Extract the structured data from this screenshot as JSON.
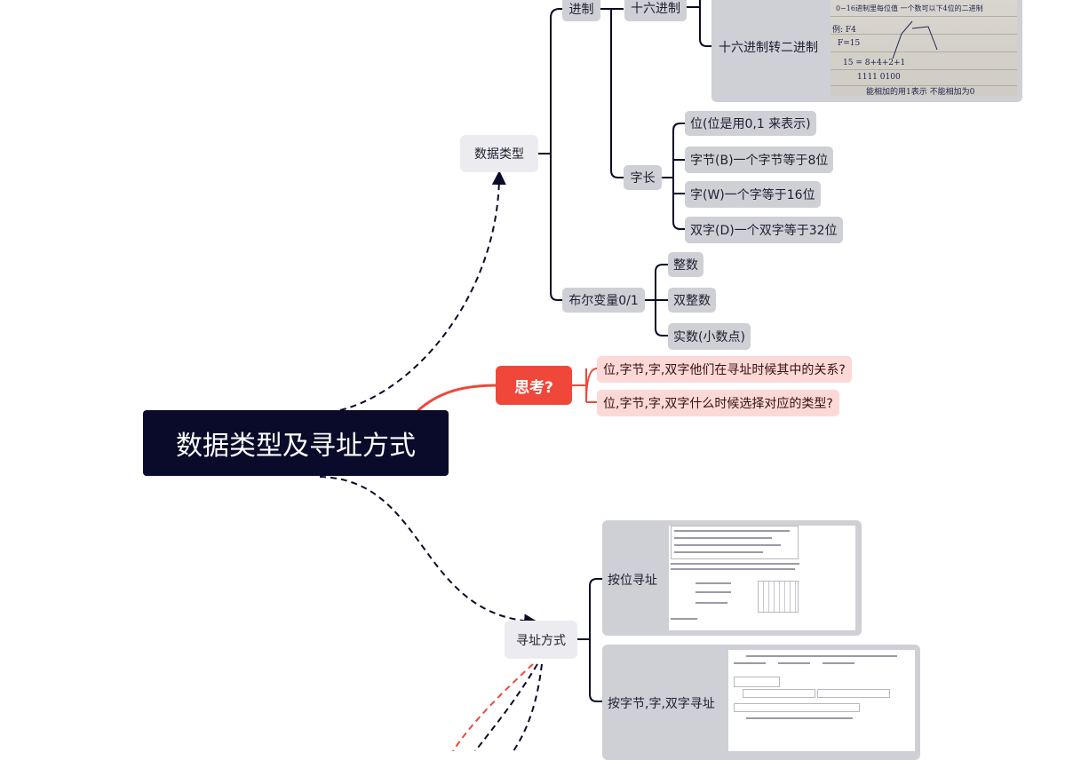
{
  "colors": {
    "root_bg": "#0a0a2a",
    "think_bg": "#f0473b",
    "node_gray": "#cfcfd6",
    "pink": "#fcd9d6",
    "line_dark": "#0a0a2a",
    "line_red": "#f0473b"
  },
  "root": {
    "label": "数据类型及寻址方式"
  },
  "data_type": {
    "label": "数据类型",
    "base": {
      "label": "进制",
      "hex": {
        "label": "十六进制",
        "hex_to_bin": "十六进制转二进制",
        "note_lines": [
          "0~16进制里每位值 一个数可以下4位的二进制",
          "例: F4",
          "F=15",
          "15 = 8+4+2+1",
          "1111 0100",
          "能相加的用1表示 不能相加为0"
        ]
      }
    },
    "word_length": {
      "label": "字长",
      "items": [
        "位(位是用0,1 来表示)",
        "字节(B)一个字节等于8位",
        "字(W)一个字等于16位",
        "双字(D)一个双字等于32位"
      ]
    },
    "bool": {
      "label": "布尔变量0/1",
      "items": [
        "整数",
        "双整数",
        "实数(小数点)"
      ]
    }
  },
  "think": {
    "label": "思考?",
    "questions": [
      "位,字节,字,双字他们在寻址时候其中的关系?",
      "位,字节,字,双字什么时候选择对应的类型?"
    ]
  },
  "addressing": {
    "label": "寻址方式",
    "bit": {
      "label": "按位寻址"
    },
    "byte_word": {
      "label": "按字节,字,双字寻址"
    }
  }
}
